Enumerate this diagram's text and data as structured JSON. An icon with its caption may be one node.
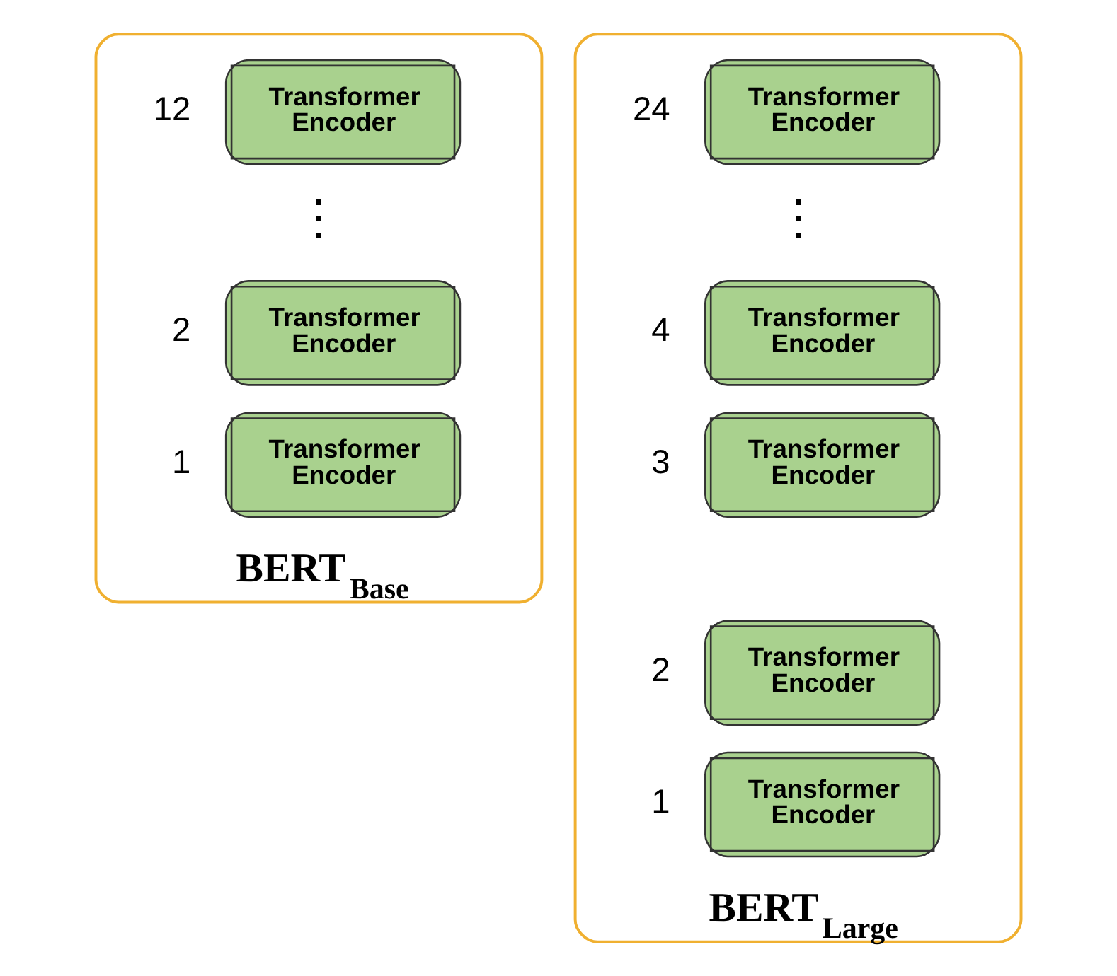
{
  "diagram": {
    "nodes": [
      {
        "text": [
          "BERT$_{Base}$"
        ]
      },
      {
        "text": [
          "Transformer Encoder"
        ],
        "in": 0,
        "beside": [
          "12"
        ]
      },
      {
        "text": [
          "Transformer Encoder"
        ],
        "in": 0,
        "beside": [
          "2"
        ]
      },
      {
        "text": [
          "Transformer Encoder"
        ],
        "in": 0,
        "beside": [
          "1"
        ]
      },
      {
        "text": [
          "BERT$_{Large}$"
        ]
      },
      {
        "text": [
          "Transformer Encoder"
        ],
        "in": 4,
        "beside": [
          "24"
        ]
      },
      {
        "text": [
          "Transformer Encoder"
        ],
        "in": 4,
        "beside": [
          "4"
        ]
      },
      {
        "text": [
          "Transformer Encoder"
        ],
        "in": 4,
        "beside": [
          "3"
        ]
      },
      {
        "text": [
          "Transformer Encoder"
        ],
        "in": 4,
        "beside": [
          "2"
        ]
      },
      {
        "text": [
          "Transformer Encoder"
        ],
        "in": 4,
        "beside": [
          "1"
        ]
      }
    ],
    "edges": [],
    "labels": [
      "⋮",
      "⋮"
    ]
  }
}
